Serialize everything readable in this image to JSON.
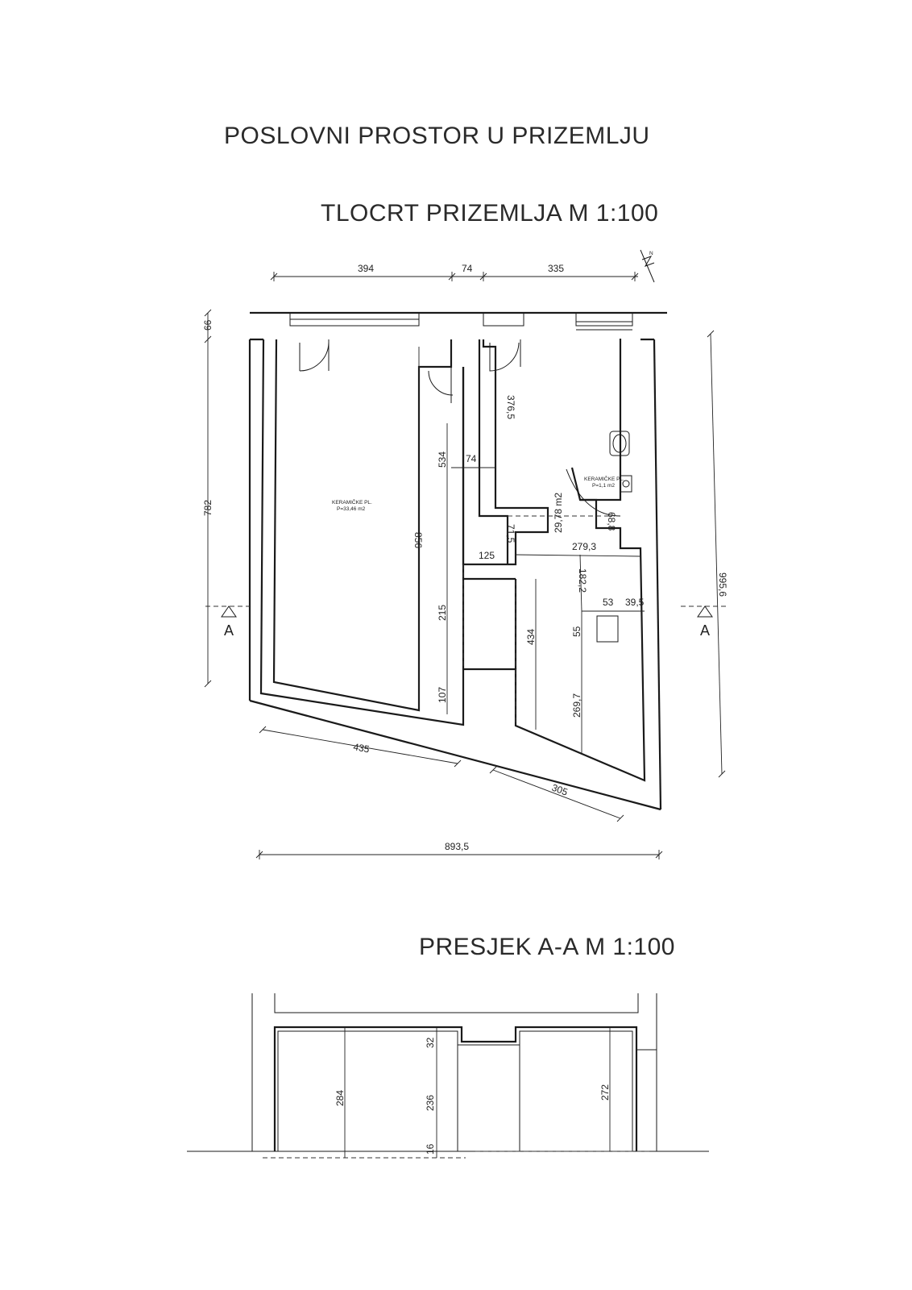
{
  "titles": {
    "main": "POSLOVNI PROSTOR U PRIZEMLJU",
    "plan": "TLOCRT PRIZEMLJA M 1:100",
    "section": "PRESJEK A-A M 1:100"
  },
  "plan": {
    "north_label": "N",
    "section_mark": "A",
    "rooms": {
      "main": {
        "floor": "KERAMIČKE PL.",
        "area": "P=33,46 m2"
      },
      "second": {
        "area": "29,78 m2"
      },
      "wc": {
        "floor": "KERAMIČKE PL.",
        "area": "P=1,1 m2"
      }
    },
    "dims": {
      "top_1": "394",
      "top_2": "74",
      "top_3": "335",
      "left_66": "66",
      "left_782": "782",
      "right_9956": "995,6",
      "d_3765": "376,5",
      "d_534": "534",
      "d_74b": "74",
      "d_856": "856",
      "d_715": "71,5",
      "d_688": "68,8",
      "d_125": "125",
      "d_2793": "279,3",
      "d_1822": "182,2",
      "d_53": "53",
      "d_395": "39,5",
      "d_215": "215",
      "d_434": "434",
      "d_55": "55",
      "d_107": "107",
      "d_2697": "269,7",
      "d_435": "435",
      "d_305": "305",
      "d_8935": "893,5"
    }
  },
  "section": {
    "dims": {
      "d_284": "284",
      "d_32": "32",
      "d_236": "236",
      "d_16": "16",
      "d_272": "272"
    }
  }
}
